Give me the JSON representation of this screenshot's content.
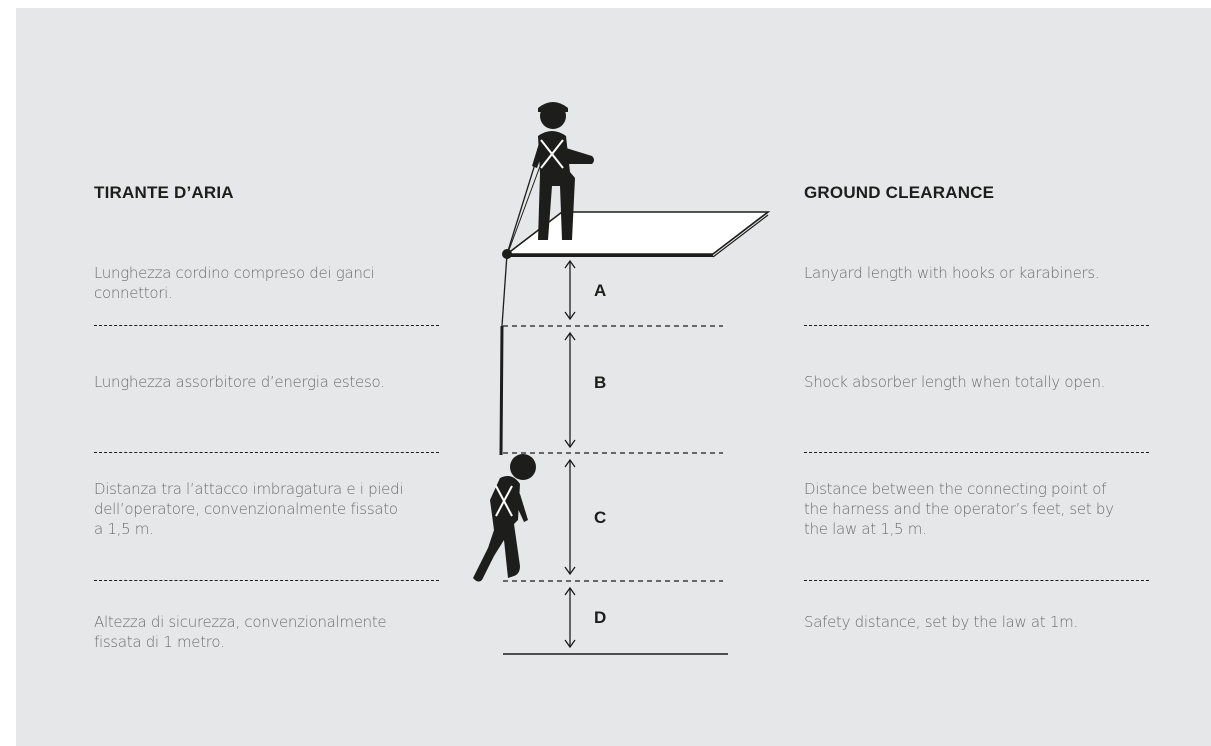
{
  "left": {
    "heading": "TIRANTE D’ARIA",
    "rows": [
      {
        "line1": "Lunghezza cordino compreso dei ganci",
        "line2": "connettori.",
        "line3": ""
      },
      {
        "line1": "Lunghezza assorbitore d’energia esteso.",
        "line2": "",
        "line3": ""
      },
      {
        "line1": "Distanza tra l’attacco imbragatura e i piedi",
        "line2": "dell’operatore, convenzionalmente fissato",
        "line3": "a 1,5 m."
      },
      {
        "line1": "Altezza di sicurezza, convenzionalmente",
        "line2": "fissata di 1 metro.",
        "line3": ""
      }
    ]
  },
  "right": {
    "heading": "GROUND CLEARANCE",
    "rows": [
      {
        "line1": "Lanyard length with hooks or karabiners.",
        "line2": "",
        "line3": ""
      },
      {
        "line1": "Shock absorber length when totally open.",
        "line2": "",
        "line3": ""
      },
      {
        "line1": "Distance between the connecting point of",
        "line2": "the harness and the operator’s feet, set by",
        "line3": "the law at 1,5 m."
      },
      {
        "line1": "Safety distance, set by the law at 1m.",
        "line2": "",
        "line3": ""
      }
    ]
  },
  "segments": [
    "A",
    "B",
    "C",
    "D"
  ],
  "colors": {
    "background": "#e6e7e8",
    "ink": "#1d1d1b",
    "text": "#6d6e71"
  },
  "icons": [
    "worker-standing-icon",
    "worker-falling-icon",
    "anchor-point-icon",
    "platform-icon"
  ]
}
